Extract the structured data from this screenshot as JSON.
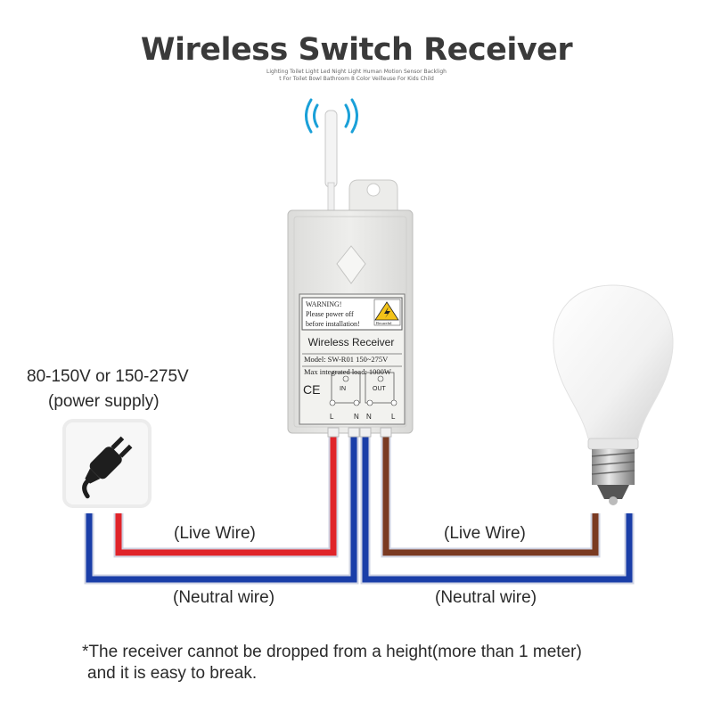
{
  "title": "Wireless Switch Receiver",
  "subtitle_lines": [
    "Lighting Toilet Light Led Night Light Human Motion Sensor Backligh",
    "t For Toilet Bowl Bathroom 8 Color Veilleuse For Kids Child"
  ],
  "power_supply": {
    "voltage": "80-150V or 150-275V",
    "caption": "(power supply)"
  },
  "wire_labels": {
    "left_live": "(Live Wire)",
    "left_neutral": "(Neutral wire)",
    "right_live": "(Live Wire)",
    "right_neutral": "(Neutral wire)"
  },
  "receiver": {
    "warning_lines": [
      "WARNING!",
      "Please power off",
      "before installation!"
    ],
    "warning_brand": "Becareful",
    "name": "Wireless Receiver",
    "model": "Model: SW-R01   150~275V",
    "max_load": "Max integrated load: 1000W",
    "ce_mark": "CE",
    "in_label": "IN",
    "out_label": "OUT",
    "terminals": [
      "L",
      "N",
      "N",
      "L"
    ]
  },
  "note_lines": [
    "*The receiver cannot be dropped from a height(more than 1 meter)",
    "and it is easy to break."
  ],
  "colors": {
    "live_wire_left": "#e0242a",
    "live_wire_right": "#7a3a22",
    "neutral_wire": "#1a3ea8",
    "wire_outline": "#cfd3e3",
    "receiver_body": "#e9e9e7"
  },
  "icons": [
    "wifi-signal-icon",
    "power-plug-icon",
    "warning-triangle-icon",
    "light-bulb-icon"
  ]
}
